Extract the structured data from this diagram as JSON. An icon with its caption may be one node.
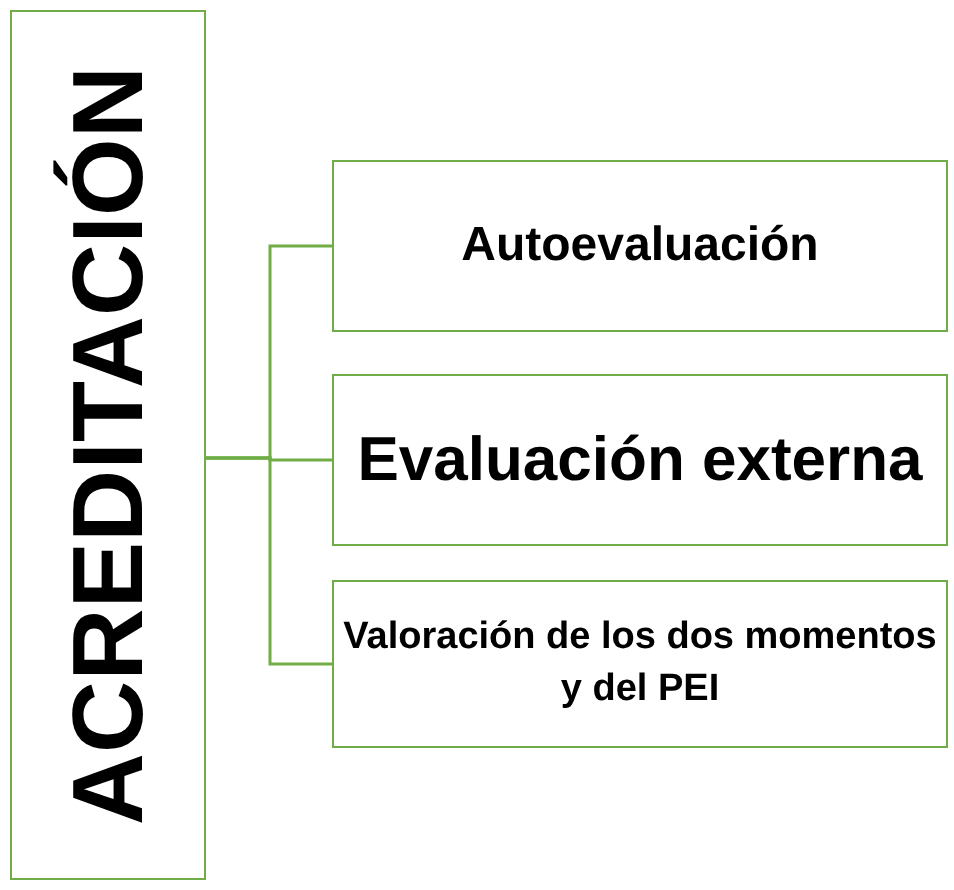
{
  "diagram": {
    "nodes": [
      {
        "text": [
          "ACREDITACIÓN"
        ]
      },
      {
        "text": [
          "Autoevaluación"
        ]
      },
      {
        "text": [
          "Evaluación externa"
        ]
      },
      {
        "text": [
          "Valoración de los dos momentos y del PEI"
        ]
      }
    ],
    "edges": [
      {
        "from": 0,
        "to": 1,
        "arrow": "none"
      },
      {
        "from": 0,
        "to": 2,
        "arrow": "none"
      },
      {
        "from": 0,
        "to": 3,
        "arrow": "none"
      }
    ]
  }
}
